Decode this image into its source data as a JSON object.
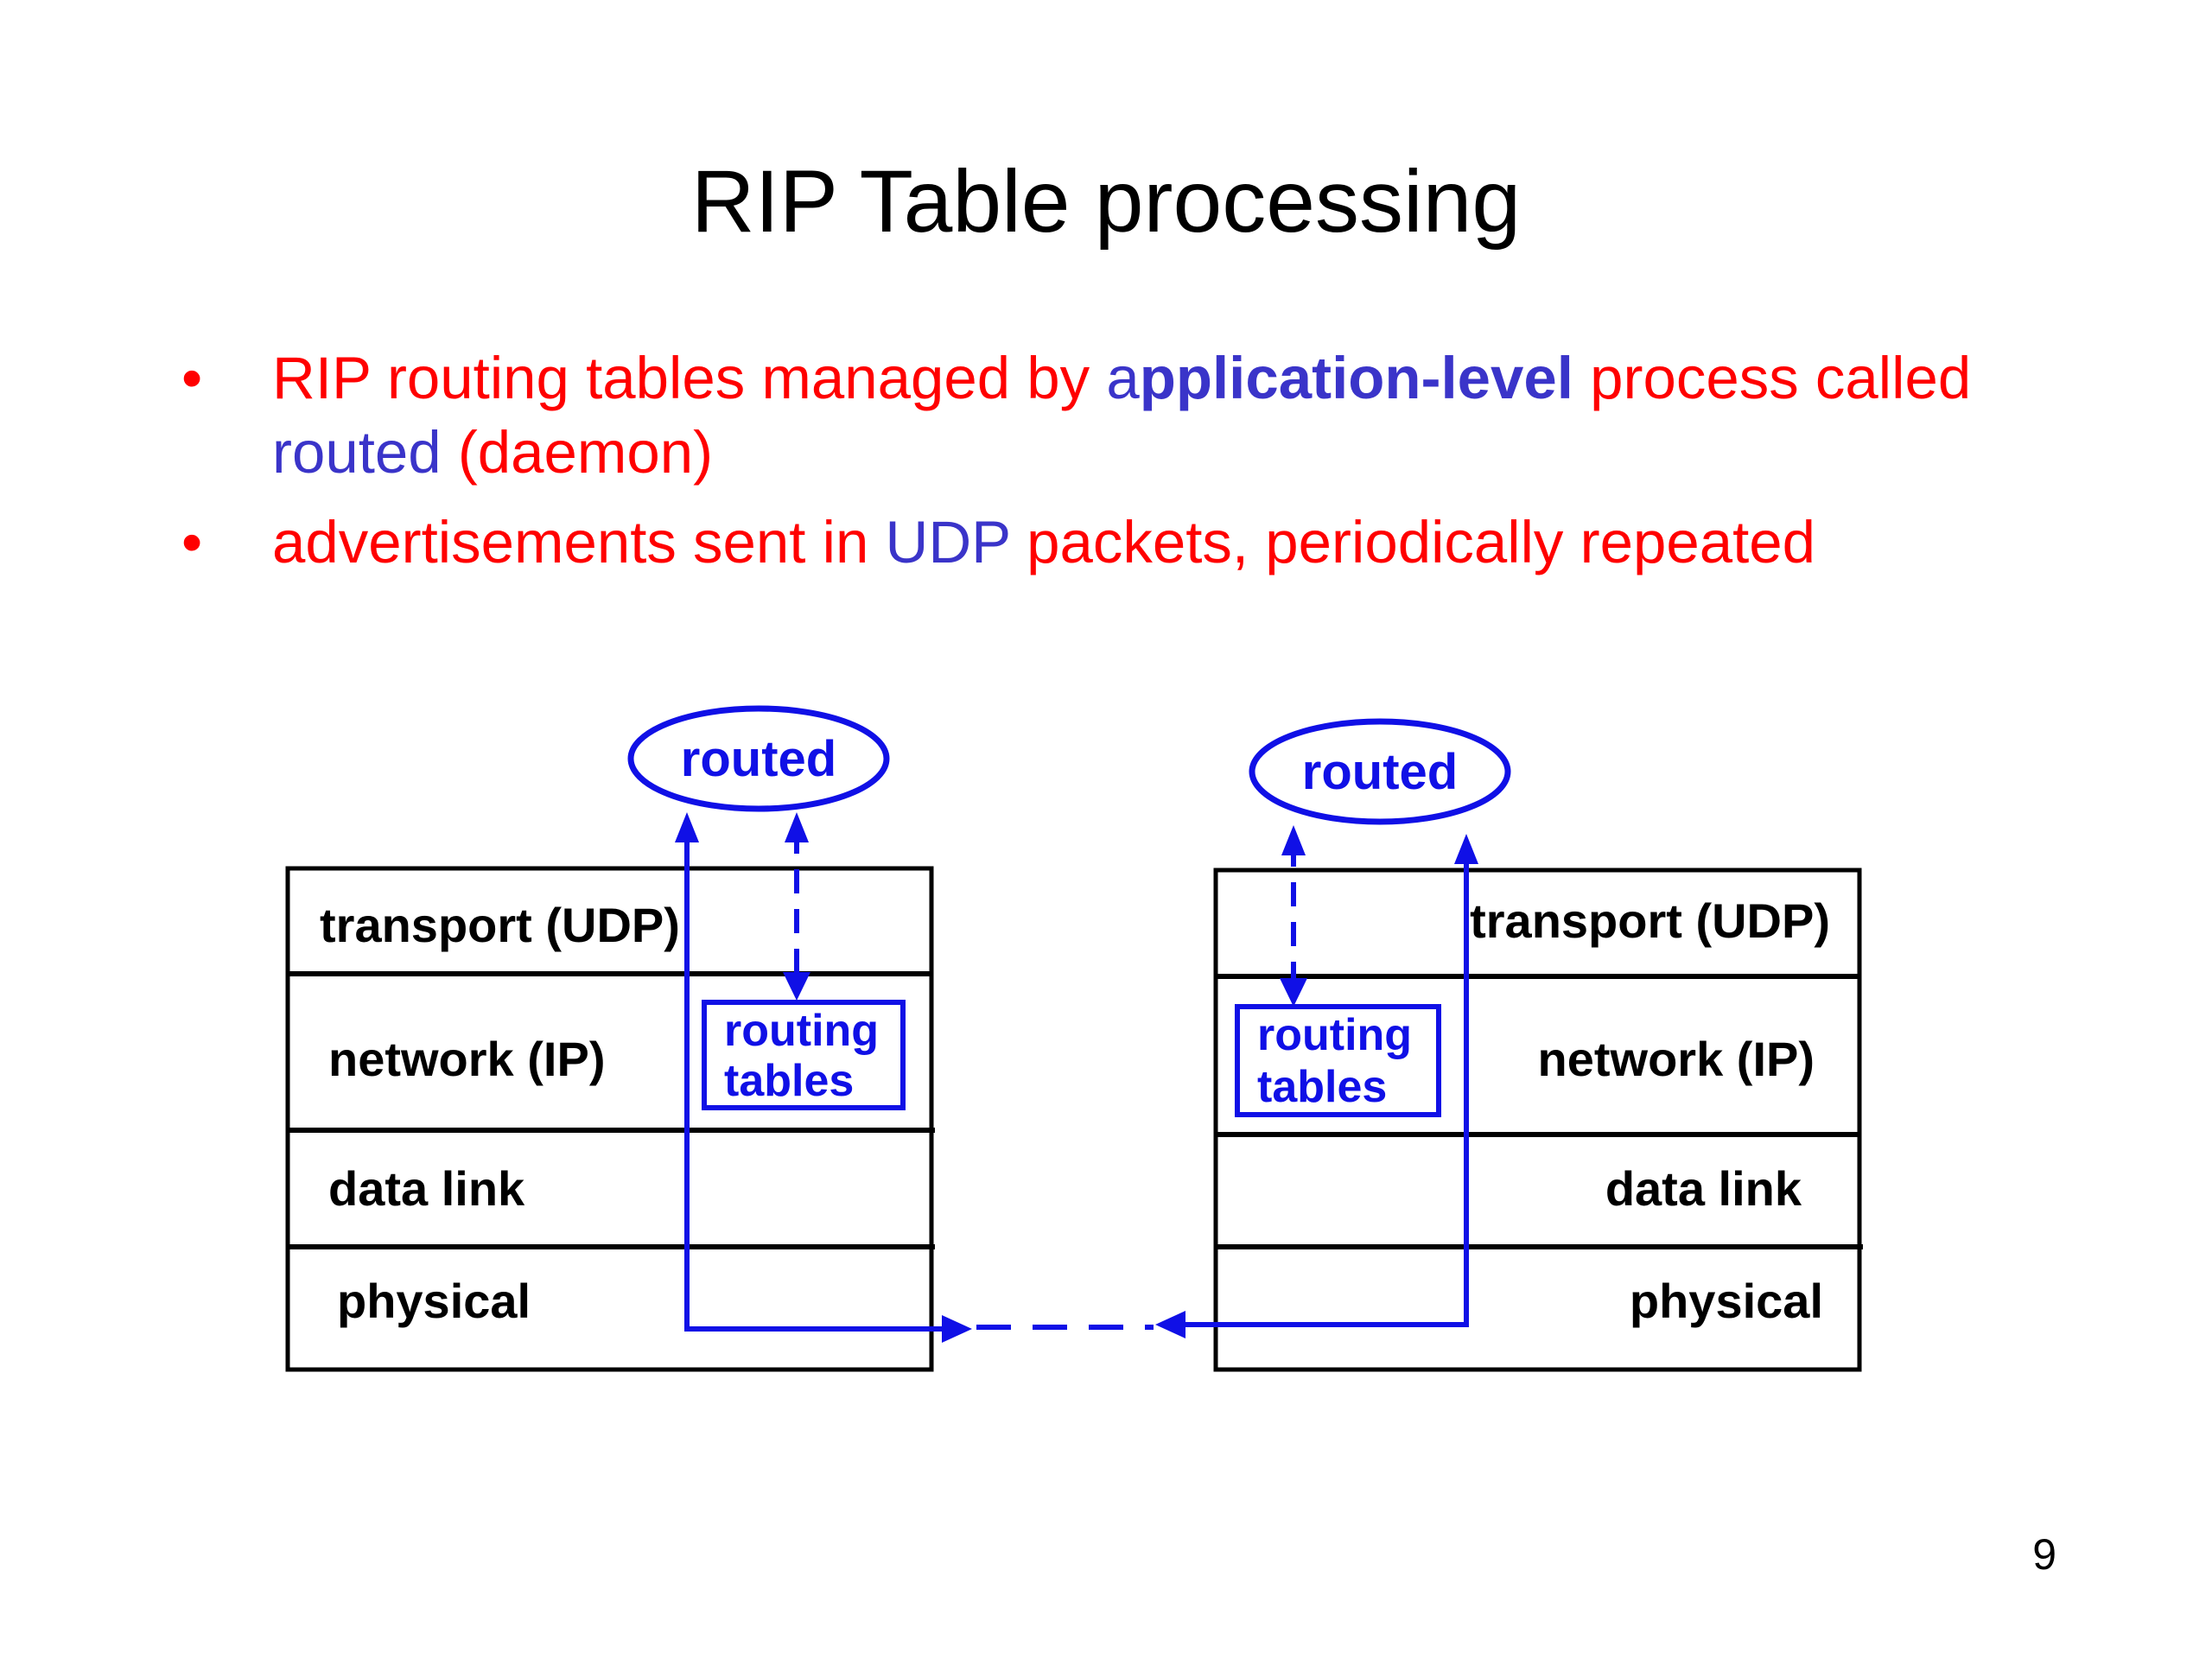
{
  "slide": {
    "title": "RIP Table processing",
    "page_number": "9"
  },
  "bullets": [
    {
      "parts": [
        {
          "text": "RIP routing tables managed by ",
          "color": "red"
        },
        {
          "text": "a",
          "color": "blue"
        },
        {
          "text": "pplication-level",
          "color": "blue",
          "bold": true
        },
        {
          "text": " process called ",
          "color": "red"
        },
        {
          "text": "routed",
          "color": "blue"
        },
        {
          "text": " (daemon)",
          "color": "red"
        }
      ]
    },
    {
      "parts": [
        {
          "text": "advertisements sent in ",
          "color": "red"
        },
        {
          "text": "UDP",
          "color": "blue"
        },
        {
          "text": " packets, periodically repeated",
          "color": "red"
        }
      ]
    }
  ],
  "diagram": {
    "left_host": {
      "daemon": "routed",
      "layers": [
        "transport (UDP)",
        "network (IP)",
        "data link",
        "physical"
      ],
      "routing_tables_line1": "routing",
      "routing_tables_line2": "tables"
    },
    "right_host": {
      "daemon": "routed",
      "layers": [
        "transport (UDP)",
        "network (IP)",
        "data link",
        "physical"
      ],
      "routing_tables_line1": "routing",
      "routing_tables_line2": "tables"
    },
    "colors": {
      "diagram_blue": "#1010e6",
      "stack_outline": "#000000",
      "bullet_red": "#ff0000",
      "bullet_blue": "#3a34c9"
    }
  }
}
